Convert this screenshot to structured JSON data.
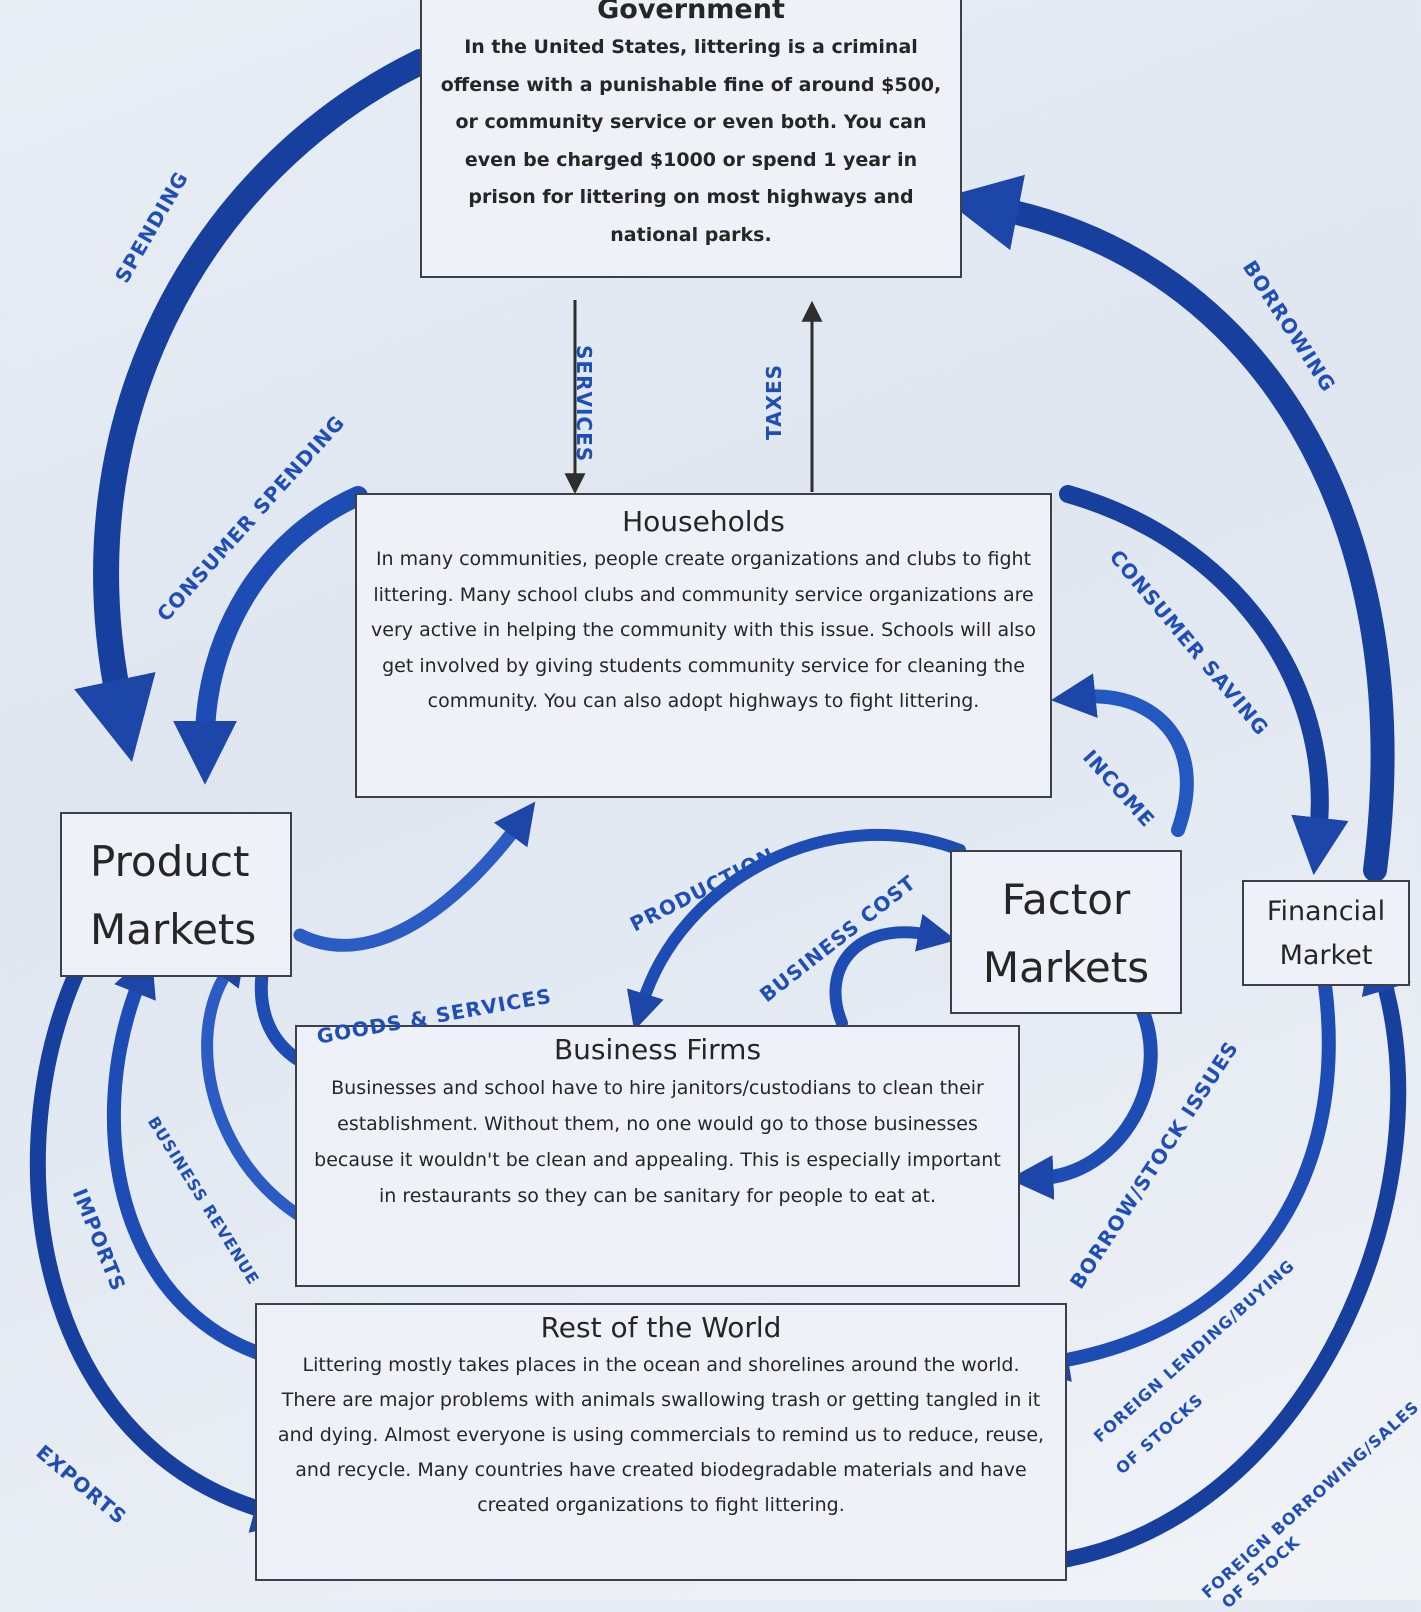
{
  "boxes": {
    "government": {
      "title": "Government",
      "body": "In the United States, littering is a criminal offense with a punishable fine of around $500, or community service or even both. You can even be charged $1000 or spend 1 year in prison for littering on most highways and national parks."
    },
    "households": {
      "title": "Households",
      "body": "In many communities, people create organizations and clubs to fight littering. Many school clubs and community service organizations are very active in helping the community with this issue. Schools will also get involved by giving students community service for cleaning the community. You can also adopt highways to fight littering."
    },
    "product_markets": {
      "title": "Product Markets"
    },
    "factor_markets": {
      "title": "Factor Markets"
    },
    "financial_market": {
      "title": "Financial Market"
    },
    "business_firms": {
      "title": "Business Firms",
      "body": "Businesses and school have to hire janitors/custodians to clean their establishment. Without them, no one would go to those businesses because it wouldn't be clean and appealing. This is especially important in restaurants so they can be sanitary for people to eat at."
    },
    "rest_of_world": {
      "title": "Rest of the World",
      "body": "Littering mostly takes places in the ocean and shorelines around the world. There are major problems with animals swallowing trash or getting tangled in it and dying. Almost everyone is using commercials to remind us to reduce, reuse, and recycle. Many countries have created biodegradable materials and have created organizations to fight littering."
    }
  },
  "labels": {
    "spending": "SPENDING",
    "borrowing": "BORROWING",
    "services": "SERVICES",
    "taxes": "TAXES",
    "consumer_spending": "CONSUMER SPENDING",
    "consumer_saving": "CONSUMER SAVING",
    "income": "INCOME",
    "production": "PRODUCTION",
    "business_cost": "BUSINESS COST",
    "goods_services": "GOODS & SERVICES",
    "business_revenue": "BUSINESS REVENUE",
    "imports": "IMPORTS",
    "exports": "EXPORTS",
    "borrow_stock_issues": "BORROW/STOCK ISSUES",
    "foreign_lending_1": "FOREIGN LENDING/BUYING",
    "foreign_lending_2": "OF STOCKS",
    "foreign_borrowing_1": "FOREIGN BORROWING/SALES",
    "foreign_borrowing_2": "OF STOCK"
  },
  "colors": {
    "arrow_dark": "#163f9e",
    "arrow_mid": "#2a5cc4",
    "arrow_light": "#4a7fd8",
    "label": "#1f4fb6",
    "box_border": "#3d4048"
  }
}
